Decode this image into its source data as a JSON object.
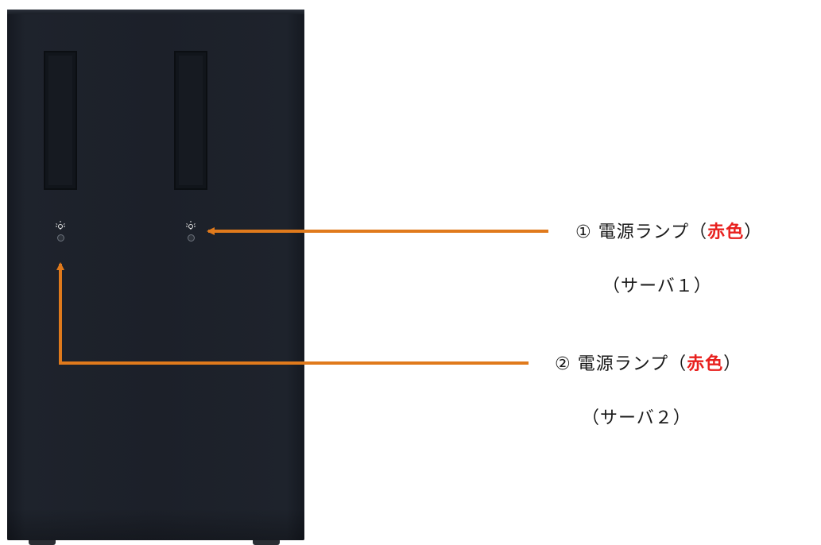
{
  "colors": {
    "arrow": "#e07a1c",
    "accent_text": "#e8201e",
    "case": "#1c2029"
  },
  "icons": [
    "lamp-icon",
    "power-button-icon"
  ],
  "callouts": [
    {
      "number": "①",
      "text": "電源ランプ（",
      "accent": "赤色",
      "close": "）",
      "sub": "（サーバ１）"
    },
    {
      "number": "②",
      "text": "電源ランプ（",
      "accent": "赤色",
      "close": "）",
      "sub": "（サーバ２）"
    }
  ]
}
